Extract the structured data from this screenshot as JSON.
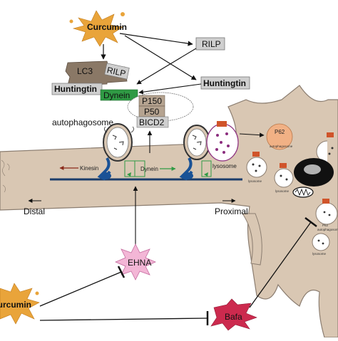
{
  "labels": {
    "curcumin_top": "Curcumin",
    "rilp_right": "RILP",
    "lc3": "LC3",
    "rilp_left": "RILP",
    "huntingtin_left": "Huntingtin",
    "dynein_box": "Dynein",
    "huntingtin_right": "Huntingtin",
    "p150": "P150",
    "p50": "P50",
    "bicd2": "BICD2",
    "autophagosome": "autophagosome",
    "kinesin": "Kinesin",
    "dynein_motor": "Dynein",
    "lysosome_mid": "lysosome",
    "distal": "Distal",
    "proximal": "Proximal",
    "ehna": "EHNA",
    "curcumin_bottom": "Curcumin",
    "bafa": "Bafa",
    "p62_top": "P62",
    "autophagosome_small": "autophagosome",
    "lysosome_left": "lysosome",
    "lysosome_right": "lysosome",
    "lysosome_bottom": "lysosome",
    "p62_bottom": "P62",
    "p62_bottom_sub": "autophagosome"
  },
  "colors": {
    "neuron": "#d9c7b3",
    "neuron_outline": "#8b7d70",
    "curcumin": "#e9a43a",
    "lc3_complex": "#8a7866",
    "box_gray": "#cfcfcf",
    "dynein_green": "#2f9a44",
    "brown_box": "#b5a390",
    "microtubule": "#1c3d6b",
    "motor_blue": "#1a5296",
    "ehna_pink": "#f3b6d6",
    "bafa_red": "#cc2a4e",
    "vesicle_purple": "#8b2d7e",
    "orange_vesicle": "#f1b185",
    "nucleus": "#111111"
  }
}
